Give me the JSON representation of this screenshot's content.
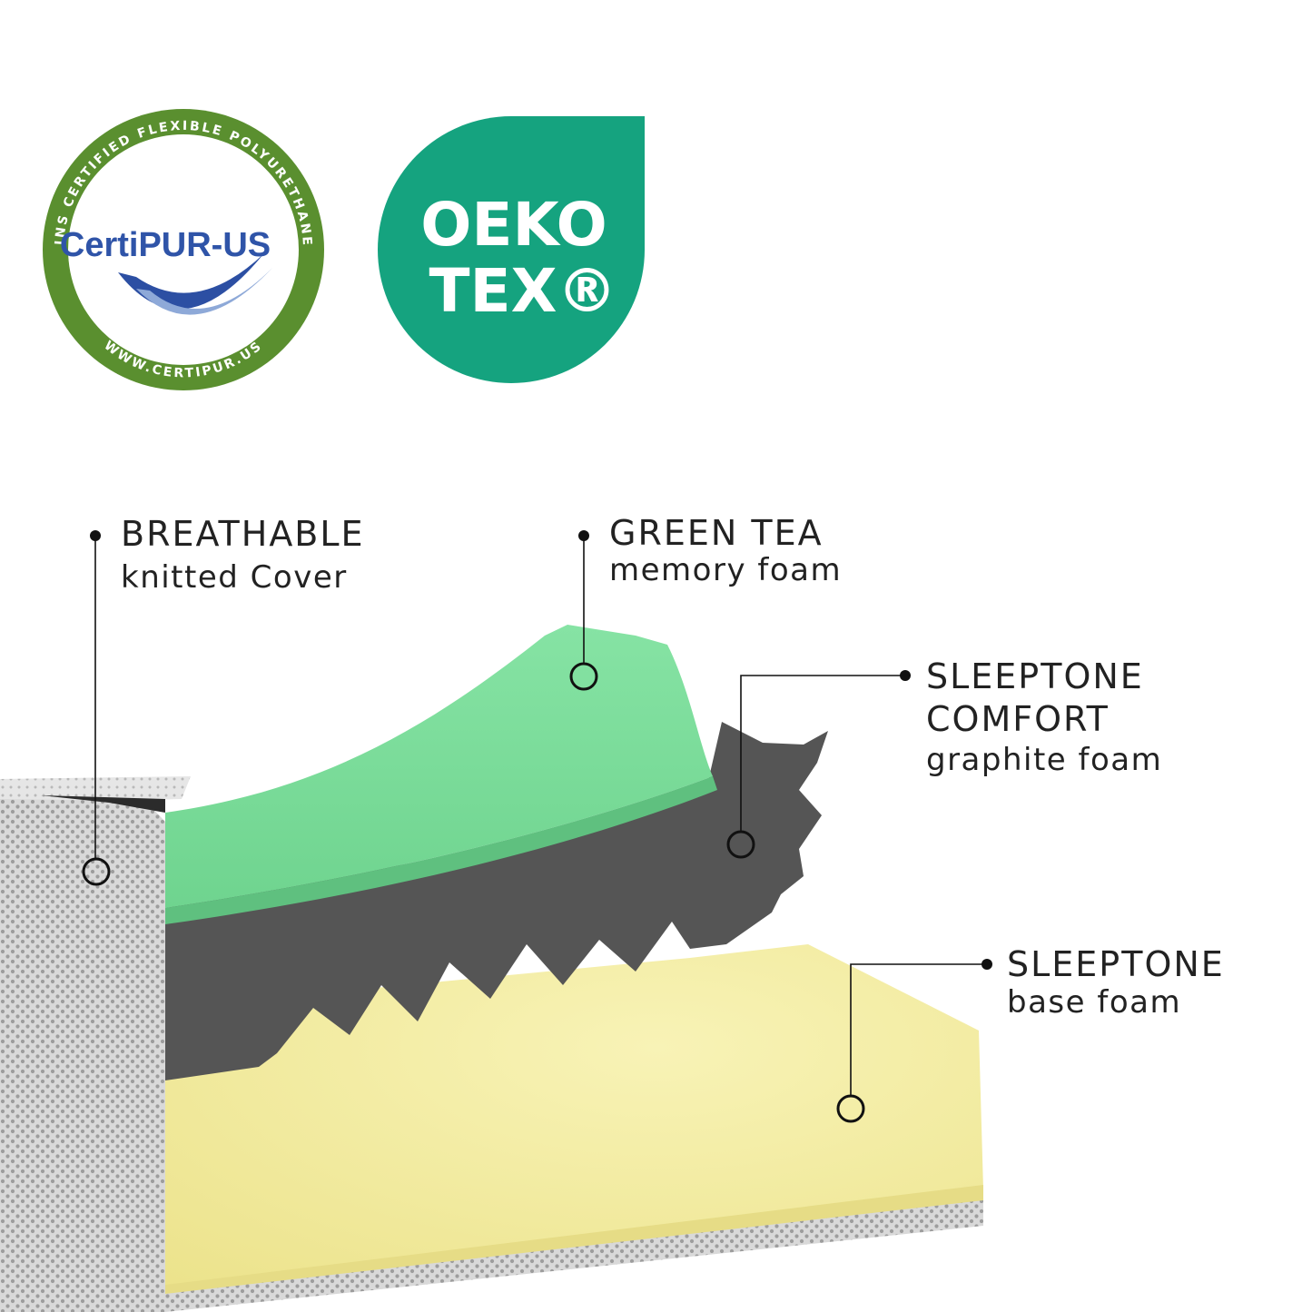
{
  "certipur": {
    "brand": "CertiPUR-US",
    "ring_top": "CONTAINS CERTIFIED FLEXIBLE POLYURETHANE FOAM",
    "ring_bottom": "WWW.CERTIPUR.US",
    "ring_color": "#5a8f2f",
    "brand_color": "#2f54a8"
  },
  "oekotex": {
    "line1": "OEKO",
    "line2": "TEX®",
    "color": "#15a37f"
  },
  "layers": [
    {
      "title": "BREATHABLE",
      "subtitle": "knitted Cover"
    },
    {
      "title": "GREEN TEA",
      "subtitle": "memory foam"
    },
    {
      "title_lines": [
        "SLEEPTONE",
        "COMFORT"
      ],
      "subtitle": "graphite foam"
    },
    {
      "title": "SLEEPTONE",
      "subtitle": "base foam"
    }
  ],
  "colors": {
    "cover": "#d6d6d6",
    "green": "#7ede9d",
    "graphite": "#555555",
    "yellow": "#f3eda4"
  }
}
